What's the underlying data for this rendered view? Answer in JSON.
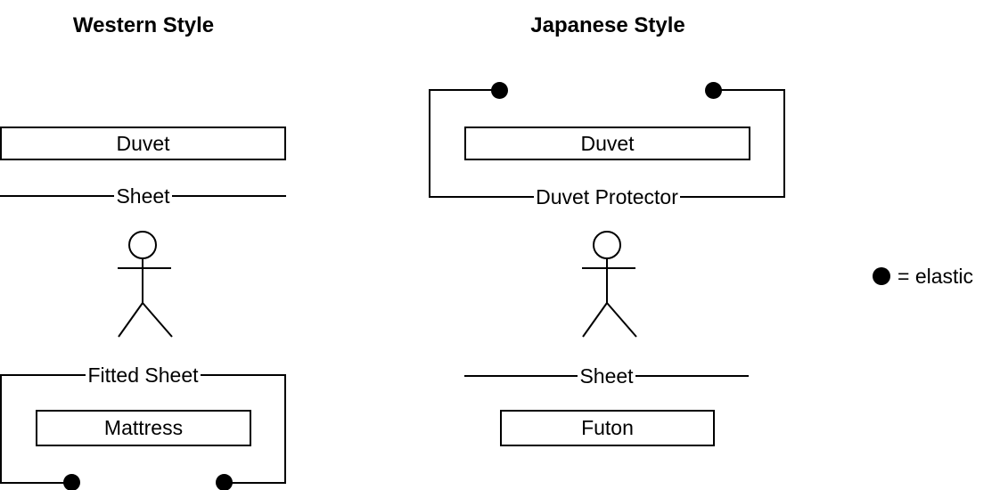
{
  "western": {
    "title": "Western Style",
    "duvet_label": "Duvet",
    "sheet_label": "Sheet",
    "fitted_sheet_label": "Fitted Sheet",
    "mattress_label": "Mattress"
  },
  "japanese": {
    "title": "Japanese Style",
    "duvet_label": "Duvet",
    "duvet_protector_label": "Duvet Protector",
    "sheet_label": "Sheet",
    "futon_label": "Futon"
  },
  "legend": {
    "symbol_icon": "elastic-dot",
    "label": "= elastic"
  },
  "colors": {
    "ink": "#000000",
    "paper": "#ffffff"
  }
}
